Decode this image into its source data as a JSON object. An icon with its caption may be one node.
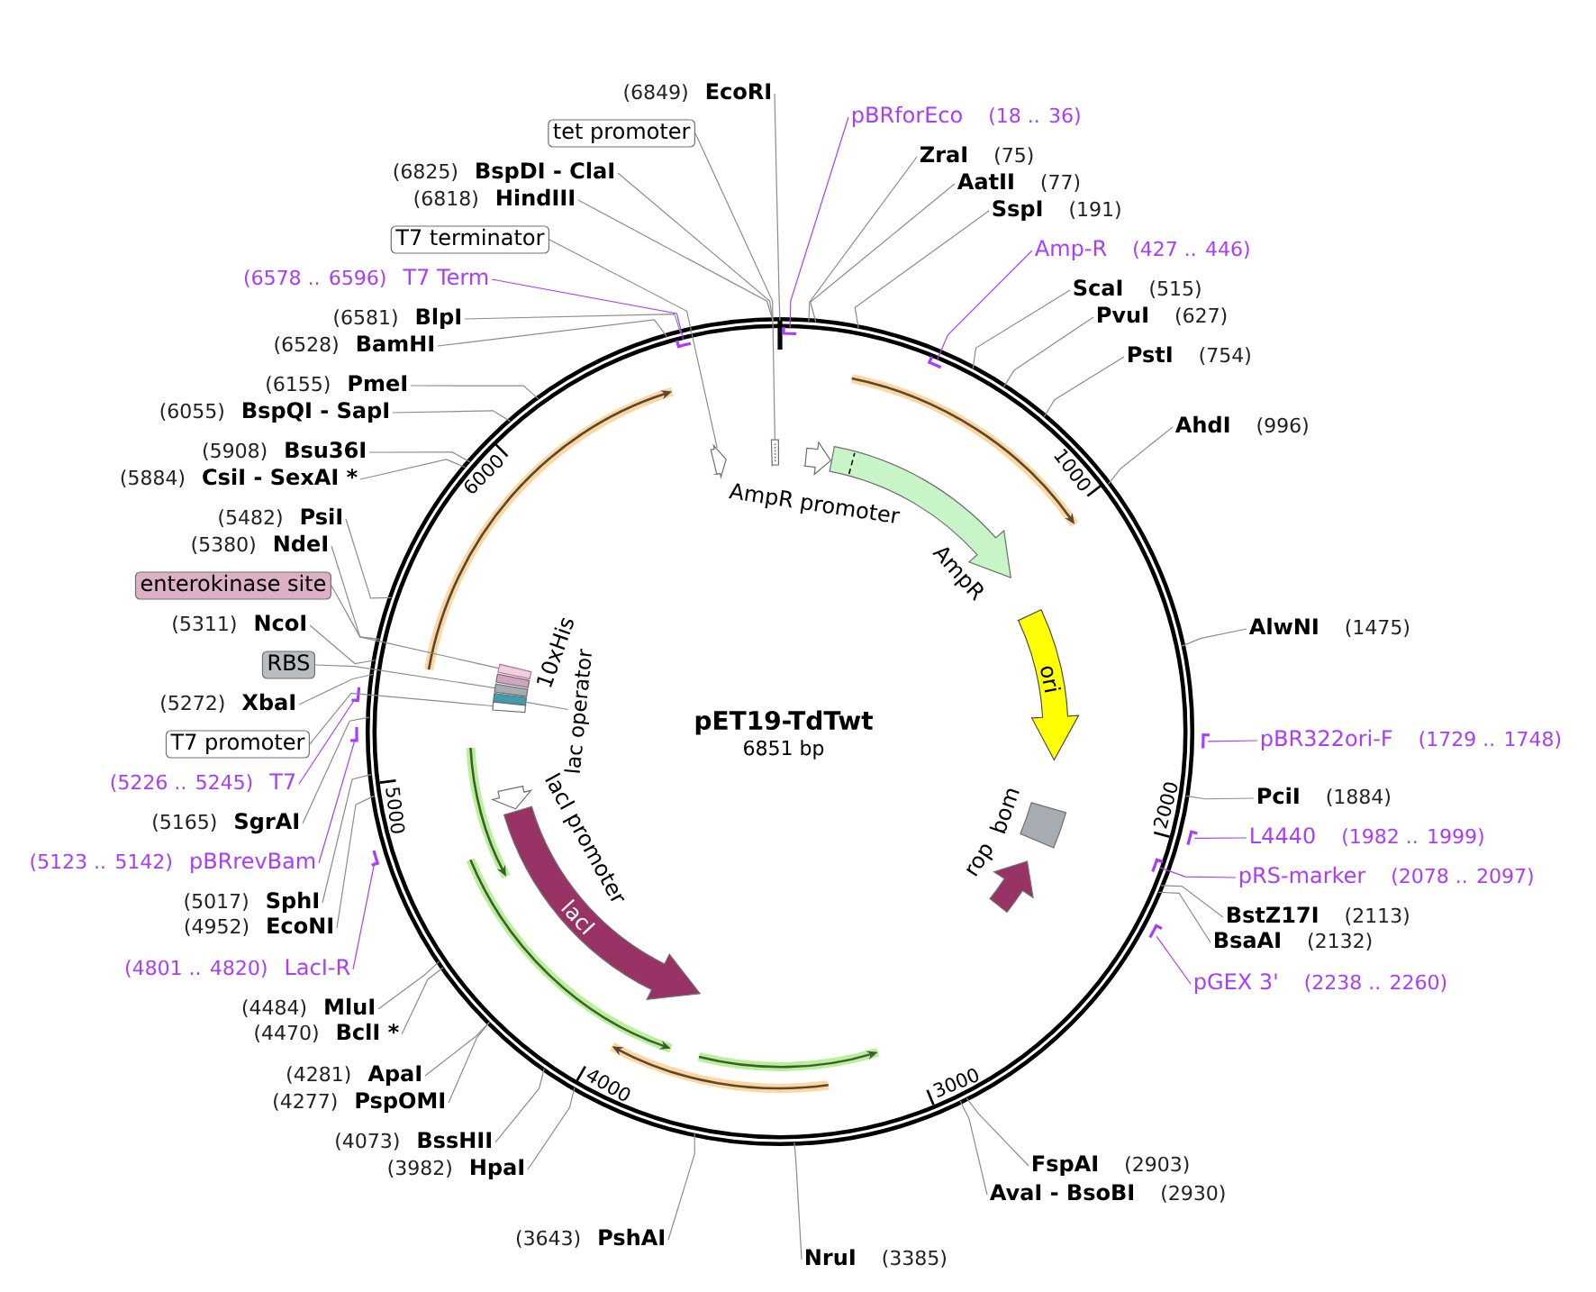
{
  "diagram": {
    "title": "pET19-TdTwt",
    "nodes": [
      {
        "text": [],
        "shape": "circle"
      },
      {
        "text": [],
        "shape": "box",
        "in": 0
      },
      {
        "text": [],
        "shape": "arrow",
        "beside": [
          "AmpR promoter"
        ],
        "in": 0
      },
      {
        "text": [],
        "shape": "arrow",
        "beside": [
          "AmpR"
        ],
        "in": 0
      },
      {
        "text": [
          "ori"
        ],
        "in": 0
      },
      {
        "text": [],
        "shape": "box",
        "beside": [
          "bom"
        ],
        "in": 0
      },
      {
        "text": [],
        "shape": "arrow",
        "beside": [
          "rop"
        ],
        "in": 0
      },
      {
        "text": [
          "lacI"
        ],
        "in": 0
      },
      {
        "text": [],
        "shape": "arrow",
        "in": 0
      },
      {
        "text": [],
        "shape": "box",
        "in": 0
      },
      {
        "text": [],
        "shape": "box",
        "in": 0
      },
      {
        "text": [
          "lac operator"
        ],
        "in": 0
      },
      {
        "text": [],
        "shape": "box",
        "in": 0
      },
      {
        "text": [],
        "shape": "box",
        "beside": [
          "10xHis"
        ],
        "in": 0
      },
      {
        "text": [],
        "shape": "box",
        "in": 0
      },
      {
        "text": [],
        "shape": "arrow",
        "in": 0
      },
      {
        "text": [],
        "shape": "arrow",
        "in": 0
      },
      {
        "text": [],
        "shape": "arrow",
        "in": 0
      },
      {
        "text": [],
        "shape": "arrow"
      },
      {
        "text": [],
        "shape": "arrow"
      },
      {
        "text": [],
        "shape": "arrow",
        "in": 0
      },
      {
        "text": [],
        "shape": "arrow"
      },
      {
        "text": [],
        "shape": "arrow"
      },
      {
        "text": [],
        "shape": "arrow"
      },
      {
        "text": [],
        "shape": "arrow"
      },
      {
        "text": [],
        "shape": "arrow",
        "in": 0
      },
      {
        "text": [
          "pBRforEco",
          "(18 .. 36)"
        ]
      },
      {
        "text": [
          "ZraI",
          "(75)"
        ]
      },
      {
        "text": [
          "AatII",
          "(77)"
        ]
      },
      {
        "text": [
          "SspI",
          "(191)"
        ]
      },
      {
        "text": [
          "Amp-R",
          "(427 .. 446)"
        ]
      },
      {
        "text": [
          "ScaI",
          "(515)"
        ]
      },
      {
        "text": [
          "PvuI",
          "(627)"
        ]
      },
      {
        "text": [
          "PstI",
          "(754)"
        ]
      },
      {
        "text": [
          "AhdI",
          "(996)"
        ]
      },
      {
        "text": [
          "AlwNI",
          "(1475)"
        ]
      },
      {
        "text": [
          "pBR322ori-F",
          "(1729 .. 1748)"
        ]
      },
      {
        "text": [
          "PciI",
          "(1884)"
        ]
      },
      {
        "text": [
          "L4440",
          "(1982 .. 1999)"
        ]
      },
      {
        "text": [
          "pRS-marker",
          "(2078 .. 2097)"
        ]
      },
      {
        "text": [
          "BstZ17I",
          "(2113)"
        ]
      },
      {
        "text": [
          "BsaAI",
          "(2132)"
        ]
      },
      {
        "text": [
          "pGEX 3'",
          "(2238 .. 2260)"
        ]
      },
      {
        "text": [
          "FspAI",
          "(2903)"
        ]
      },
      {
        "text": [
          "AvaI - BsoBI",
          "(2930)"
        ]
      },
      {
        "text": [
          "NruI",
          "(3385)"
        ]
      },
      {
        "text": [
          "(3643)",
          "PshAI"
        ]
      },
      {
        "text": [
          "(3982)",
          "HpaI"
        ]
      },
      {
        "text": [
          "(4073)",
          "BssHII"
        ]
      },
      {
        "text": [
          "(4277)",
          "PspOMI"
        ]
      },
      {
        "text": [
          "(4281)",
          "ApaI"
        ]
      },
      {
        "text": [
          "(4470)",
          "BclI *"
        ]
      },
      {
        "text": [
          "(4484)",
          "MluI"
        ]
      },
      {
        "text": [
          "(4801 .. 4820)",
          "LacI-R"
        ]
      },
      {
        "text": [
          "(4952)",
          "EcoNI"
        ]
      },
      {
        "text": [
          "(5017)",
          "SphI"
        ]
      },
      {
        "text": [
          "(5123 .. 5142)",
          "pBRrevBam"
        ]
      },
      {
        "text": [
          "(5165)",
          "SgrAI"
        ]
      },
      {
        "text": [
          "(5226 .. 5245)",
          "T7"
        ]
      },
      {
        "text": [
          "T7 promoter"
        ]
      },
      {
        "text": [
          "(5272)",
          "XbaI"
        ]
      },
      {
        "text": [
          "RBS"
        ]
      },
      {
        "text": [
          "(5311)",
          "NcoI"
        ]
      },
      {
        "text": [
          "enterokinase site"
        ]
      },
      {
        "text": [
          "(5380)",
          "NdeI"
        ]
      },
      {
        "text": [
          "(5482)",
          "PsiI"
        ]
      },
      {
        "text": [
          "(5884)",
          "CsiI - SexAI *"
        ]
      },
      {
        "text": [
          "(5908)",
          "Bsu36I"
        ]
      },
      {
        "text": [
          "(6055)",
          "BspQI - SapI"
        ]
      },
      {
        "text": [
          "(6155)",
          "PmeI"
        ]
      },
      {
        "text": [
          "(6528)",
          "BamHI"
        ]
      },
      {
        "text": [
          "(6581)",
          "BlpI"
        ]
      },
      {
        "text": [
          "(6578 .. 6596)",
          "T7 Term"
        ]
      },
      {
        "text": [
          "T7 terminator"
        ]
      },
      {
        "text": [
          "(6818)",
          "HindIII"
        ]
      },
      {
        "text": [
          "(6825)",
          "BspDI - ClaI"
        ]
      },
      {
        "text": [
          "tet promoter"
        ]
      },
      {
        "text": [
          "(6849)",
          "EcoRI"
        ]
      }
    ],
    "edges": [
      {
        "from": 26,
        "to": 16,
        "arrow": "none",
        "color": "#a83cff"
      },
      {
        "from": 27,
        "to": 0,
        "arrow": "none"
      },
      {
        "from": 28,
        "to": 0,
        "arrow": "none"
      },
      {
        "from": 29,
        "to": 0,
        "arrow": "none"
      },
      {
        "from": 30,
        "to": 17,
        "arrow": "none",
        "color": "#a83cff"
      },
      {
        "from": 31,
        "to": 0,
        "arrow": "none"
      },
      {
        "from": 32,
        "to": 0,
        "arrow": "none"
      },
      {
        "from": 33,
        "to": 0,
        "arrow": "none"
      },
      {
        "from": 34,
        "to": 0,
        "arrow": "none"
      },
      {
        "from": 35,
        "to": 0,
        "arrow": "none"
      },
      {
        "from": 36,
        "to": 18,
        "arrow": "none",
        "color": "#a83cff"
      },
      {
        "from": 37,
        "to": 0,
        "arrow": "none"
      },
      {
        "from": 38,
        "to": 19,
        "arrow": "none",
        "color": "#a83cff"
      },
      {
        "from": 39,
        "to": 20,
        "arrow": "none",
        "color": "#a83cff"
      },
      {
        "from": 40,
        "to": 0,
        "arrow": "none"
      },
      {
        "from": 41,
        "to": 0,
        "arrow": "none"
      },
      {
        "from": 42,
        "to": 21,
        "arrow": "none",
        "color": "#a83cff"
      },
      {
        "from": 43,
        "to": 0,
        "arrow": "none"
      },
      {
        "from": 44,
        "to": 0,
        "arrow": "none"
      },
      {
        "from": 45,
        "to": 0,
        "arrow": "none"
      },
      {
        "from": 46,
        "to": 0,
        "arrow": "none"
      },
      {
        "from": 47,
        "to": 0,
        "arrow": "none"
      },
      {
        "from": 48,
        "to": 0,
        "arrow": "none"
      },
      {
        "from": 49,
        "to": 0,
        "arrow": "none"
      },
      {
        "from": 50,
        "to": 0,
        "arrow": "none"
      },
      {
        "from": 51,
        "to": 0,
        "arrow": "none"
      },
      {
        "from": 52,
        "to": 0,
        "arrow": "none"
      },
      {
        "from": 53,
        "to": 22,
        "arrow": "none",
        "color": "#a83cff"
      },
      {
        "from": 54,
        "to": 0,
        "arrow": "none"
      },
      {
        "from": 55,
        "to": 0,
        "arrow": "none"
      },
      {
        "from": 56,
        "to": 23,
        "arrow": "none",
        "color": "#a83cff"
      },
      {
        "from": 57,
        "to": 0,
        "arrow": "none"
      },
      {
        "from": 58,
        "to": 24,
        "arrow": "none",
        "color": "#a83cff"
      },
      {
        "from": 59,
        "to": 9,
        "arrow": "none"
      },
      {
        "from": 60,
        "to": 0,
        "arrow": "none"
      },
      {
        "from": 61,
        "to": 12,
        "arrow": "none"
      },
      {
        "from": 62,
        "to": 0,
        "arrow": "none"
      },
      {
        "from": 63,
        "to": 14,
        "arrow": "none"
      },
      {
        "from": 64,
        "to": 0,
        "arrow": "none"
      },
      {
        "from": 65,
        "to": 0,
        "arrow": "none"
      },
      {
        "from": 66,
        "to": 0,
        "arrow": "none"
      },
      {
        "from": 67,
        "to": 0,
        "arrow": "none"
      },
      {
        "from": 68,
        "to": 0,
        "arrow": "none"
      },
      {
        "from": 69,
        "to": 0,
        "arrow": "none"
      },
      {
        "from": 70,
        "to": 0,
        "arrow": "none"
      },
      {
        "from": 71,
        "to": 0,
        "arrow": "none"
      },
      {
        "from": 72,
        "to": 25,
        "arrow": "none",
        "color": "#a83cff"
      },
      {
        "from": 73,
        "to": 15,
        "arrow": "none"
      },
      {
        "from": 74,
        "to": 0,
        "arrow": "none"
      },
      {
        "from": 75,
        "to": 0,
        "arrow": "none"
      },
      {
        "from": 76,
        "to": 1,
        "arrow": "none"
      },
      {
        "from": 77,
        "to": 0,
        "arrow": "none"
      },
      {
        "from": 11,
        "to": 10,
        "arrow": "none"
      }
    ],
    "labels": [
      "1000",
      "2000",
      "3000",
      "4000",
      "5000",
      "6000",
      "6851 bp",
      "lacI promoter"
    ]
  }
}
